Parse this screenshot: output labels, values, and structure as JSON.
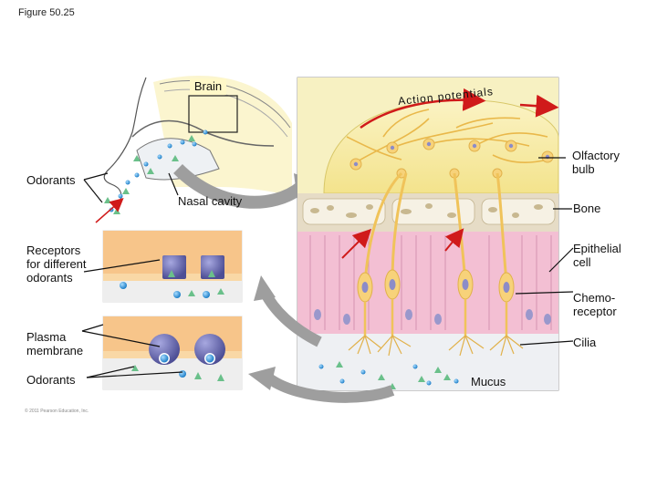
{
  "figure": {
    "title": "Figure 50.25",
    "copyright": "© 2011 Pearson Education, Inc."
  },
  "labels": {
    "brain": "Brain",
    "action_potentials": "Action potentials",
    "olfactory_bulb": "Olfactory\nbulb",
    "odorants_top": "Odorants",
    "nasal_cavity": "Nasal cavity",
    "bone": "Bone",
    "receptors": "Receptors\nfor different\nodorants",
    "epithelial_cell": "Epithelial\ncell",
    "chemoreceptor": "Chemo-\nreceptor",
    "plasma_membrane": "Plasma\nmembrane",
    "cilia": "Cilia",
    "odorants_bottom": "Odorants",
    "mucus": "Mucus"
  },
  "colors": {
    "bulb": "#f8eeaa",
    "bone": "#e6dcc6",
    "epithelium": "#f3bfd3",
    "neuron": "#f7d27a",
    "receptor_blue": "#6e6fb0",
    "odorant_green": "#6ac08a",
    "odorant_blue": "#2b8fd6",
    "arrow_red": "#d01a1a",
    "arrow_gray": "#9e9e9e"
  }
}
